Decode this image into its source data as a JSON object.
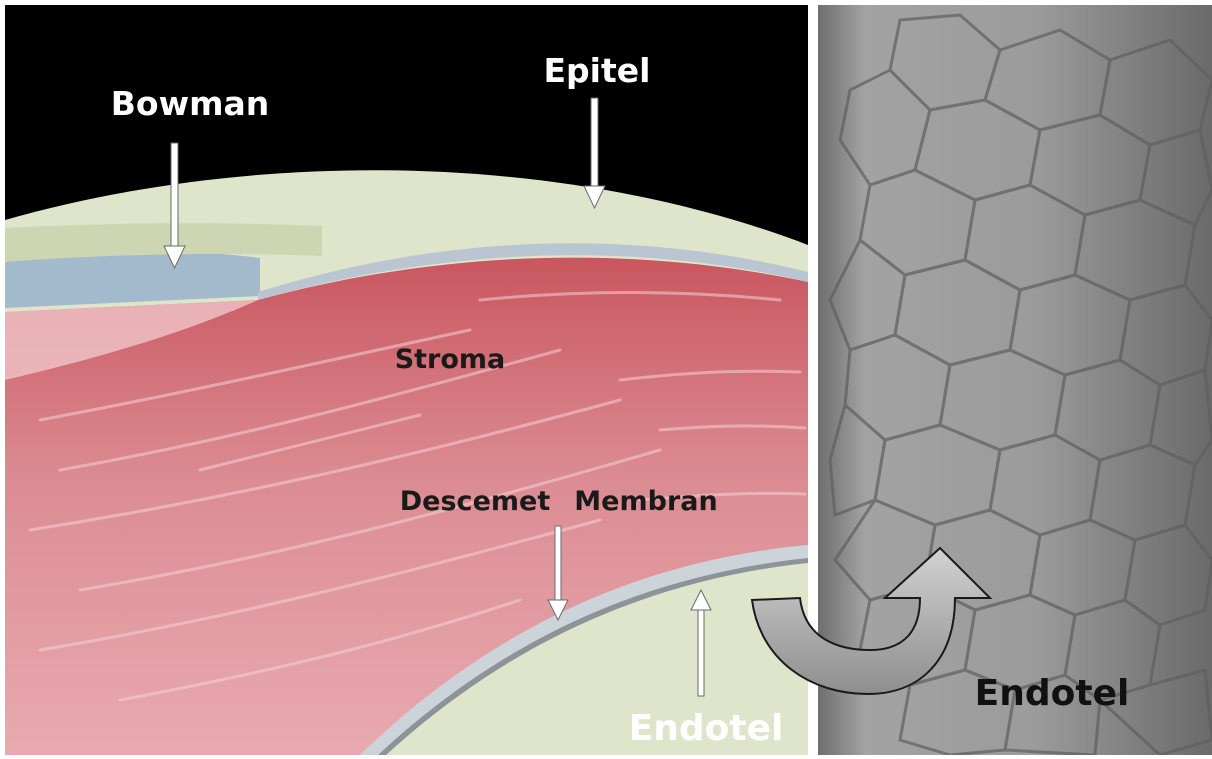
{
  "labels": {
    "bowman": "Bowman",
    "epitel": "Epitel",
    "stroma": "Stroma",
    "descemet": "Descemet",
    "membran": "Membran",
    "endotel_bottom": "Endotel",
    "endotel_right": "Endotel"
  },
  "colors": {
    "background": "#000000",
    "epithelium": "#dce3c7",
    "bowman_layer": "#9fb4c8",
    "stroma": "#d9848a",
    "descemet_layer": "#c8cfd6",
    "anterior_chamber": "#3a3d40",
    "endothelium_micrograph": "#8c8c8c",
    "cell_border": "#5e5e5e",
    "arrow_fill": "#ffffff",
    "curved_arrow_fill": "#a8a8a8",
    "separator": "#ffffff",
    "label_light": "#ffffff",
    "label_dark": "#1a1a1a"
  },
  "icons": {
    "curved_arrow": "u-turn-arrow-icon",
    "pointer_arrow": "down-arrow-icon"
  }
}
